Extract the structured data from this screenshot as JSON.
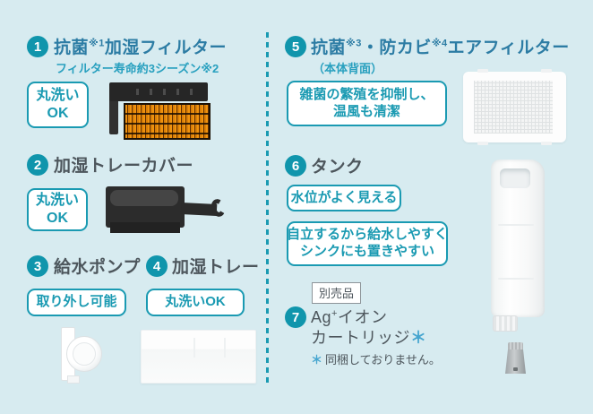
{
  "colors": {
    "background": "#d7ebf0",
    "accent_teal": "#1a9ab2",
    "number_circle": "#1095ac",
    "title_blue": "#2c7ca4",
    "subtitle_teal": "#28a0bf",
    "text_dark": "#4d565c"
  },
  "divider": {
    "style": "vertical-dashed-teal"
  },
  "items": {
    "item1": {
      "number": "1",
      "title_main": "抗菌",
      "title_sup": "※1",
      "title_tail": "加湿フィルター",
      "subtitle": "フィルター寿命約3シーズン※2",
      "badge_line1": "丸洗い",
      "badge_line2": "OK",
      "image": "humidification-filter-photo"
    },
    "item2": {
      "number": "2",
      "title": "加湿トレーカバー",
      "badge_line1": "丸洗い",
      "badge_line2": "OK",
      "image": "humidification-tray-cover-photo"
    },
    "item3": {
      "number": "3",
      "title": "給水ポンプ",
      "badge": "取り外し可能",
      "image": "water-supply-pump-photo"
    },
    "item4": {
      "number": "4",
      "title": "加湿トレー",
      "badge": "丸洗いOK",
      "image": "humidification-tray-photo"
    },
    "item5": {
      "number": "5",
      "title_part1": "抗菌",
      "title_sup1": "※3",
      "title_part2": "・防カビ",
      "title_sup2": "※4",
      "title_part3": "エアフィルター",
      "subtitle": "（本体背面）",
      "badge_line1": "雑菌の繁殖を抑制し、",
      "badge_line2": "温風も清潔",
      "image": "air-filter-photo"
    },
    "item6": {
      "number": "6",
      "title": "タンク",
      "badge1": "水位がよく見える",
      "badge2_line1": "自立するから給水しやすく",
      "badge2_line2": "シンクにも置きやすい",
      "image": "tank-photo"
    },
    "item7": {
      "number": "7",
      "tag": "別売品",
      "title_a": "Ag",
      "title_sup": "+",
      "title_b": "イオン",
      "title_line2": "カートリッジ",
      "title_ast": "＊",
      "note_ast": "＊",
      "note_text": "同梱しておりません。",
      "image": "ag-ion-cartridge-photo"
    }
  }
}
